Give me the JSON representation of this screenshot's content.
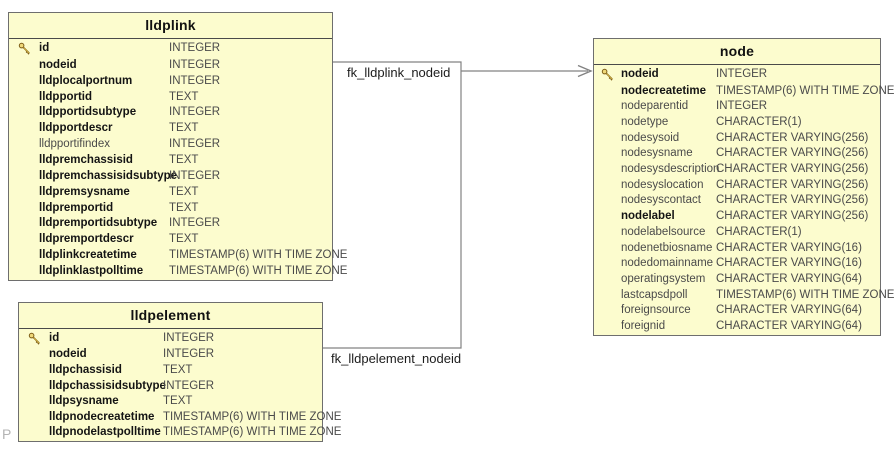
{
  "watermark": "P",
  "relationships": [
    {
      "label": "fk_lldplink_nodeid",
      "from_table": "lldplink",
      "to_table": "node"
    },
    {
      "label": "fk_lldpelement_nodeid",
      "from_table": "lldpelement",
      "to_table": "node"
    }
  ],
  "colors": {
    "table_fill": "#FCFCCE",
    "table_border": "#6e6e6e",
    "connector": "#828282",
    "key_icon_gold": "#D9B941",
    "key_icon_outline": "#7c5c16"
  },
  "tables": [
    {
      "name": "lldplink",
      "columns": [
        {
          "name": "id",
          "type": "INTEGER",
          "key": true,
          "bold": true
        },
        {
          "name": "nodeid",
          "type": "INTEGER",
          "key": false,
          "bold": true
        },
        {
          "name": "lldplocalportnum",
          "type": "INTEGER",
          "key": false,
          "bold": true
        },
        {
          "name": "lldpportid",
          "type": "TEXT",
          "key": false,
          "bold": true
        },
        {
          "name": "lldpportidsubtype",
          "type": "INTEGER",
          "key": false,
          "bold": true
        },
        {
          "name": "lldpportdescr",
          "type": "TEXT",
          "key": false,
          "bold": true
        },
        {
          "name": "lldpportifindex",
          "type": "INTEGER",
          "key": false,
          "bold": false
        },
        {
          "name": "lldpremchassisid",
          "type": "TEXT",
          "key": false,
          "bold": true
        },
        {
          "name": "lldpremchassisidsubtype",
          "type": "INTEGER",
          "key": false,
          "bold": true
        },
        {
          "name": "lldpremsysname",
          "type": "TEXT",
          "key": false,
          "bold": true
        },
        {
          "name": "lldpremportid",
          "type": "TEXT",
          "key": false,
          "bold": true
        },
        {
          "name": "lldpremportidsubtype",
          "type": "INTEGER",
          "key": false,
          "bold": true
        },
        {
          "name": "lldpremportdescr",
          "type": "TEXT",
          "key": false,
          "bold": true
        },
        {
          "name": "lldplinkcreatetime",
          "type": "TIMESTAMP(6) WITH TIME ZONE",
          "key": false,
          "bold": true
        },
        {
          "name": "lldplinklastpolltime",
          "type": "TIMESTAMP(6) WITH TIME ZONE",
          "key": false,
          "bold": true
        }
      ]
    },
    {
      "name": "lldpelement",
      "columns": [
        {
          "name": "id",
          "type": "INTEGER",
          "key": true,
          "bold": true
        },
        {
          "name": "nodeid",
          "type": "INTEGER",
          "key": false,
          "bold": true
        },
        {
          "name": "lldpchassisid",
          "type": "TEXT",
          "key": false,
          "bold": true
        },
        {
          "name": "lldpchassisidsubtype",
          "type": "INTEGER",
          "key": false,
          "bold": true
        },
        {
          "name": "lldpsysname",
          "type": "TEXT",
          "key": false,
          "bold": true
        },
        {
          "name": "lldpnodecreatetime",
          "type": "TIMESTAMP(6) WITH TIME ZONE",
          "key": false,
          "bold": true
        },
        {
          "name": "lldpnodelastpolltime",
          "type": "TIMESTAMP(6) WITH TIME ZONE",
          "key": false,
          "bold": true
        }
      ]
    },
    {
      "name": "node",
      "columns": [
        {
          "name": "nodeid",
          "type": "INTEGER",
          "key": true,
          "bold": true
        },
        {
          "name": "nodecreatetime",
          "type": "TIMESTAMP(6) WITH TIME ZONE",
          "key": false,
          "bold": true
        },
        {
          "name": "nodeparentid",
          "type": "INTEGER",
          "key": false,
          "bold": false
        },
        {
          "name": "nodetype",
          "type": "CHARACTER(1)",
          "key": false,
          "bold": false
        },
        {
          "name": "nodesysoid",
          "type": "CHARACTER VARYING(256)",
          "key": false,
          "bold": false
        },
        {
          "name": "nodesysname",
          "type": "CHARACTER VARYING(256)",
          "key": false,
          "bold": false
        },
        {
          "name": "nodesysdescription",
          "type": "CHARACTER VARYING(256)",
          "key": false,
          "bold": false
        },
        {
          "name": "nodesyslocation",
          "type": "CHARACTER VARYING(256)",
          "key": false,
          "bold": false
        },
        {
          "name": "nodesyscontact",
          "type": "CHARACTER VARYING(256)",
          "key": false,
          "bold": false
        },
        {
          "name": "nodelabel",
          "type": "CHARACTER VARYING(256)",
          "key": false,
          "bold": true
        },
        {
          "name": "nodelabelsource",
          "type": "CHARACTER(1)",
          "key": false,
          "bold": false
        },
        {
          "name": "nodenetbiosname",
          "type": "CHARACTER VARYING(16)",
          "key": false,
          "bold": false
        },
        {
          "name": "nodedomainname",
          "type": "CHARACTER VARYING(16)",
          "key": false,
          "bold": false
        },
        {
          "name": "operatingsystem",
          "type": "CHARACTER VARYING(64)",
          "key": false,
          "bold": false
        },
        {
          "name": "lastcapsdpoll",
          "type": "TIMESTAMP(6) WITH TIME ZONE",
          "key": false,
          "bold": false
        },
        {
          "name": "foreignsource",
          "type": "CHARACTER VARYING(64)",
          "key": false,
          "bold": false
        },
        {
          "name": "foreignid",
          "type": "CHARACTER VARYING(64)",
          "key": false,
          "bold": false
        }
      ]
    }
  ]
}
